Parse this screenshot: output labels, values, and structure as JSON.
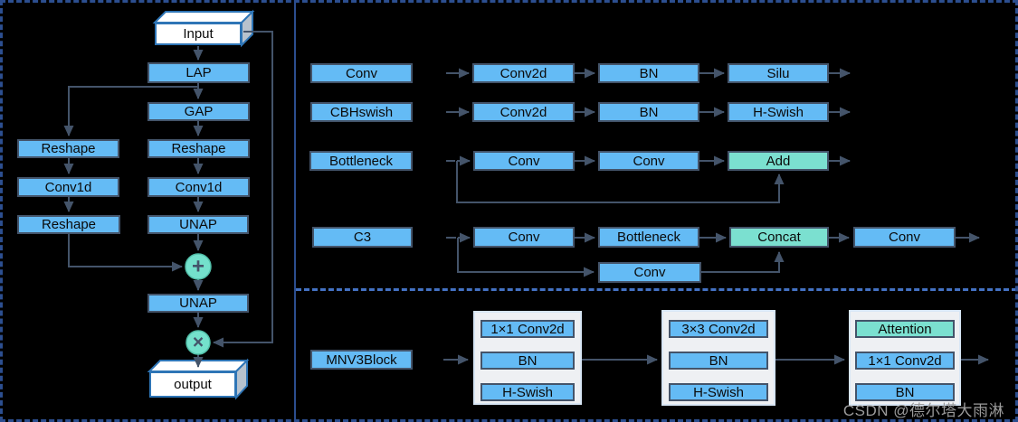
{
  "left_panel": {
    "input_label": "Input",
    "output_label": "output",
    "boxes": {
      "lap": "LAP",
      "gap": "GAP",
      "reshape_left_1": "Reshape",
      "conv1d_left": "Conv1d",
      "reshape_left_2": "Reshape",
      "reshape_right": "Reshape",
      "conv1d_right": "Conv1d",
      "unap_1": "UNAP",
      "unap_2": "UNAP"
    },
    "ops": {
      "add": "+",
      "multiply": "×"
    }
  },
  "legend_panel": {
    "rows": [
      {
        "label": "Conv",
        "stages": [
          "Conv2d",
          "BN",
          "Silu"
        ]
      },
      {
        "label": "CBHswish",
        "stages": [
          "Conv2d",
          "BN",
          "H-Swish"
        ]
      },
      {
        "label": "Bottleneck",
        "stages": [
          "Conv",
          "Conv",
          "Add"
        ]
      },
      {
        "label": "C3",
        "stages": [
          "Conv",
          "Bottleneck",
          "Concat",
          "Conv"
        ],
        "branch_stage": "Conv"
      }
    ]
  },
  "mnv3_panel": {
    "label": "MNV3Block",
    "groups": [
      {
        "stages": [
          "1×1 Conv2d",
          "BN",
          "H-Swish"
        ]
      },
      {
        "stages": [
          "3×3 Conv2d",
          "BN",
          "H-Swish"
        ]
      },
      {
        "stages": [
          "Attention",
          "1×1 Conv2d",
          "BN"
        ]
      }
    ]
  },
  "watermark": "CSDN @德尔塔大雨淋",
  "colors": {
    "background": "#000000",
    "box_blue": "#64BBF5",
    "accent_teal": "#7BE0D0",
    "node_teal": "#74E1CC",
    "line_slate": "#44546A",
    "outer_border_navy": "#2C4E8F",
    "divider_blue": "#4472C4",
    "io_box_border": "#2E75B6"
  }
}
